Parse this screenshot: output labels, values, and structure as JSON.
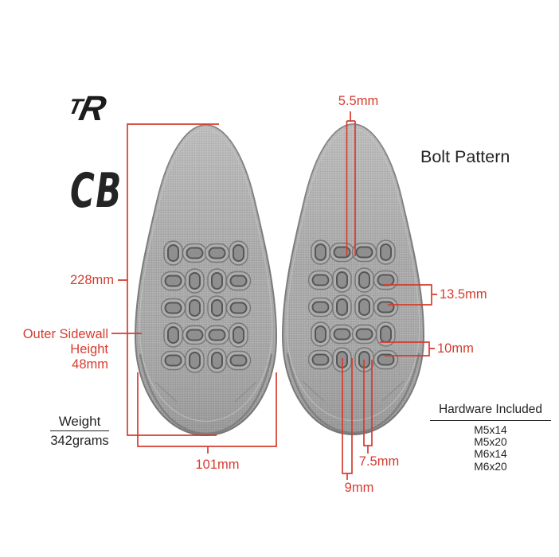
{
  "branding": {
    "logo_t": "T",
    "logo_r": "R",
    "model": "CB"
  },
  "left_view": {
    "height": "228mm",
    "sidewall_line1": "Outer Sidewall",
    "sidewall_line2": "Height",
    "sidewall_line3": "48mm",
    "weight_label": "Weight",
    "weight_value": "342grams",
    "width": "101mm"
  },
  "right_view": {
    "title": "Bolt Pattern",
    "slot_width_top": "5.5mm",
    "hole_spacing_upper": "13.5mm",
    "hole_spacing_lower": "10mm",
    "slot_width_bottom_inner": "7.5mm",
    "slot_width_bottom_outer": "9mm"
  },
  "hardware": {
    "title": "Hardware Included",
    "items": [
      "M5x14",
      "M5x20",
      "M6x14",
      "M6x20"
    ]
  },
  "colors": {
    "annotation_red": "#d63c2f",
    "text_black": "#262223",
    "pad_gray": "#a9a9a9"
  }
}
